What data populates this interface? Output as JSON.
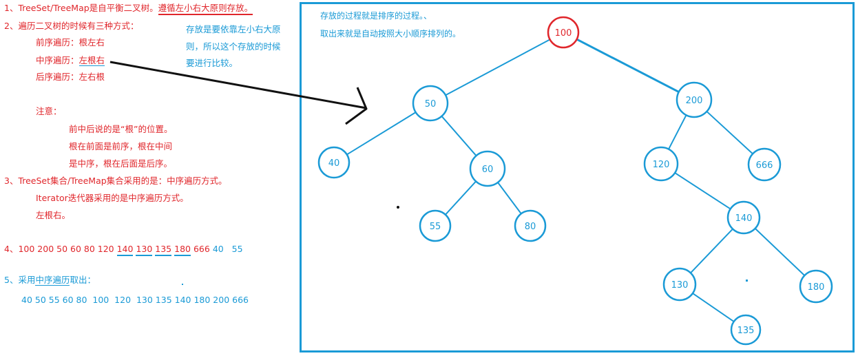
{
  "notes": {
    "line1_prefix": "1、TreeSet/TreeMap是自平衡二叉树。",
    "line1_emph": "遵循左小右大原则存放。",
    "line2": "2、遍历二叉树的时候有三种方式：",
    "pre": "前序遍历：根左右",
    "in_prefix": "中序遍历：",
    "in_emph": "左根右",
    "post": "后序遍历：左右根",
    "note_title": "注意：",
    "note1": "前中后说的是“根”的位置。",
    "note2": "根在前面是前序，根在中间",
    "note3": "是中序，根在后面是后序。",
    "line3": "3、TreeSet集合/TreeMap集合采用的是：中序遍历方式。",
    "line3b": "Iterator迭代器采用的是中序遍历方式。",
    "line3c": "左根右。",
    "line4_prefix": "4、100 200 50 60 80 120 ",
    "line4_u1": "140",
    "line4_u2": "130",
    "line4_u3": "135",
    "line4_u4": "180",
    "line4_suffix": " 666",
    "line4_blue": "40   55",
    "line5_prefix": "5、采用",
    "line5_emph": "中序遍历",
    "line5_suffix": "取出：",
    "line5_values": "40 50 55 60 80  100  120  130 135 140 180 200 666",
    "side1": "存放是要依靠左小右大原",
    "side2": "则，所以这个存放的时候",
    "side3": "要进行比较。"
  },
  "panel": {
    "caption1": "存放的过程就是排序的过程。、",
    "caption2": "取出来就是自动按照大小顺序排列的。"
  },
  "tree": {
    "nodes": [
      {
        "id": "n100",
        "label": "100",
        "color": "#e0262b"
      },
      {
        "id": "n50",
        "label": "50",
        "color": "#1a9ad6"
      },
      {
        "id": "n200",
        "label": "200",
        "color": "#1a9ad6"
      },
      {
        "id": "n40",
        "label": "40",
        "color": "#1a9ad6"
      },
      {
        "id": "n60",
        "label": "60",
        "color": "#1a9ad6"
      },
      {
        "id": "n55",
        "label": "55",
        "color": "#1a9ad6"
      },
      {
        "id": "n80",
        "label": "80",
        "color": "#1a9ad6"
      },
      {
        "id": "n120",
        "label": "120",
        "color": "#1a9ad6"
      },
      {
        "id": "n666",
        "label": "666",
        "color": "#1a9ad6"
      },
      {
        "id": "n140",
        "label": "140",
        "color": "#1a9ad6"
      },
      {
        "id": "n130",
        "label": "130",
        "color": "#1a9ad6"
      },
      {
        "id": "n180",
        "label": "180",
        "color": "#1a9ad6"
      },
      {
        "id": "n135",
        "label": "135",
        "color": "#1a9ad6"
      }
    ],
    "edges": [
      [
        "n100",
        "n50"
      ],
      [
        "n100",
        "n200"
      ],
      [
        "n50",
        "n40"
      ],
      [
        "n50",
        "n60"
      ],
      [
        "n60",
        "n55"
      ],
      [
        "n60",
        "n80"
      ],
      [
        "n200",
        "n120"
      ],
      [
        "n200",
        "n666"
      ],
      [
        "n120",
        "n140"
      ],
      [
        "n140",
        "n130"
      ],
      [
        "n140",
        "n180"
      ],
      [
        "n130",
        "n135"
      ]
    ]
  },
  "colors": {
    "red": "#e0262b",
    "blue": "#1a9ad6",
    "arrow": "#111111"
  }
}
